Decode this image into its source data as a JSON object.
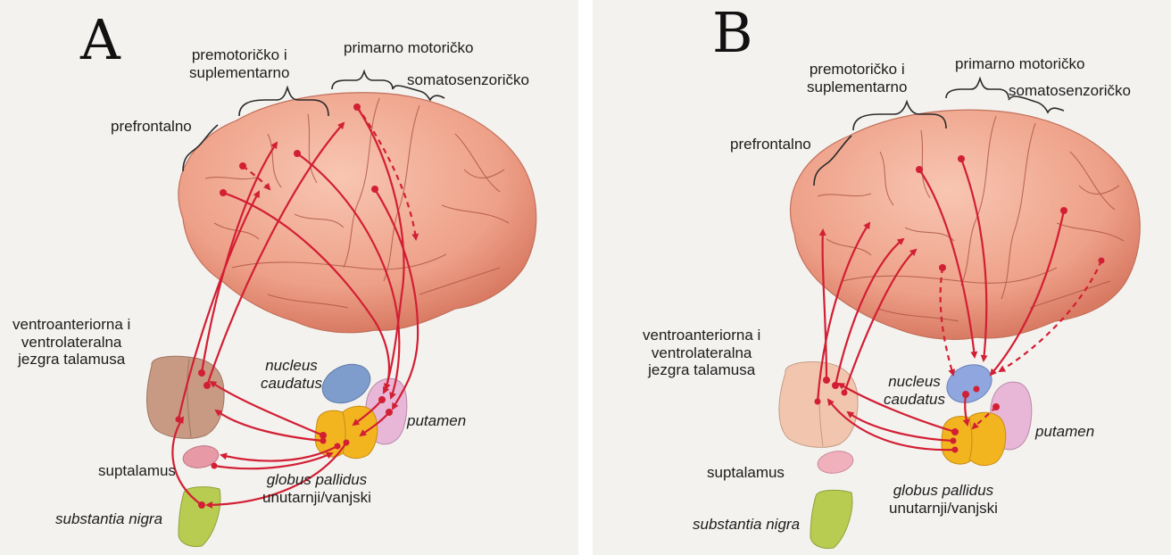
{
  "panels": [
    {
      "letter": "A",
      "labels": {
        "premotor_line1": "premotoričko i",
        "premotor_line2": "suplementarno",
        "primary_motor": "primarno motoričko",
        "somatosensory": "somatosenzoričko",
        "prefrontal": "prefrontalno",
        "thalamus_line1": "ventroanteriorna i",
        "thalamus_line2": "ventrolateralna",
        "thalamus_line3": "jezgra talamusa",
        "caudate_line1": "nucleus",
        "caudate_line2": "caudatus",
        "putamen": "putamen",
        "subthalamus": "suptalamus",
        "globus_line1": "globus pallidus",
        "globus_line2": "unutarnji/vanjski",
        "substantia_nigra": "substantia nigra"
      }
    },
    {
      "letter": "B",
      "labels": {
        "premotor_line1": "premotoričko i",
        "premotor_line2": "suplementarno",
        "primary_motor": "primarno motoričko",
        "somatosensory": "somatosenzoričko",
        "prefrontal": "prefrontalno",
        "thalamus_line1": "ventroanteriorna i",
        "thalamus_line2": "ventrolateralna",
        "thalamus_line3": "jezgra talamusa",
        "caudate_line1": "nucleus",
        "caudate_line2": "caudatus",
        "putamen": "putamen",
        "subthalamus": "suptalamus",
        "globus_line1": "globus pallidus",
        "globus_line2": "unutarnji/vanjski",
        "substantia_nigra": "substantia nigra"
      }
    }
  ],
  "colors": {
    "brain": "#eea088",
    "brain_highlight": "#f8c6b2",
    "brain_shadow": "#d97a63",
    "pathway": "#d21f34",
    "thalamus_a": "#c89a84",
    "thalamus_b": "#f2c6ae",
    "caudate_a": "#7f9dcc",
    "caudate_b": "#8fa6de",
    "putamen": "#e8b6d6",
    "globus_pallidus": "#f2b520",
    "subthalamus": "#e79aa6",
    "substantia_nigra": "#b8cc52"
  }
}
